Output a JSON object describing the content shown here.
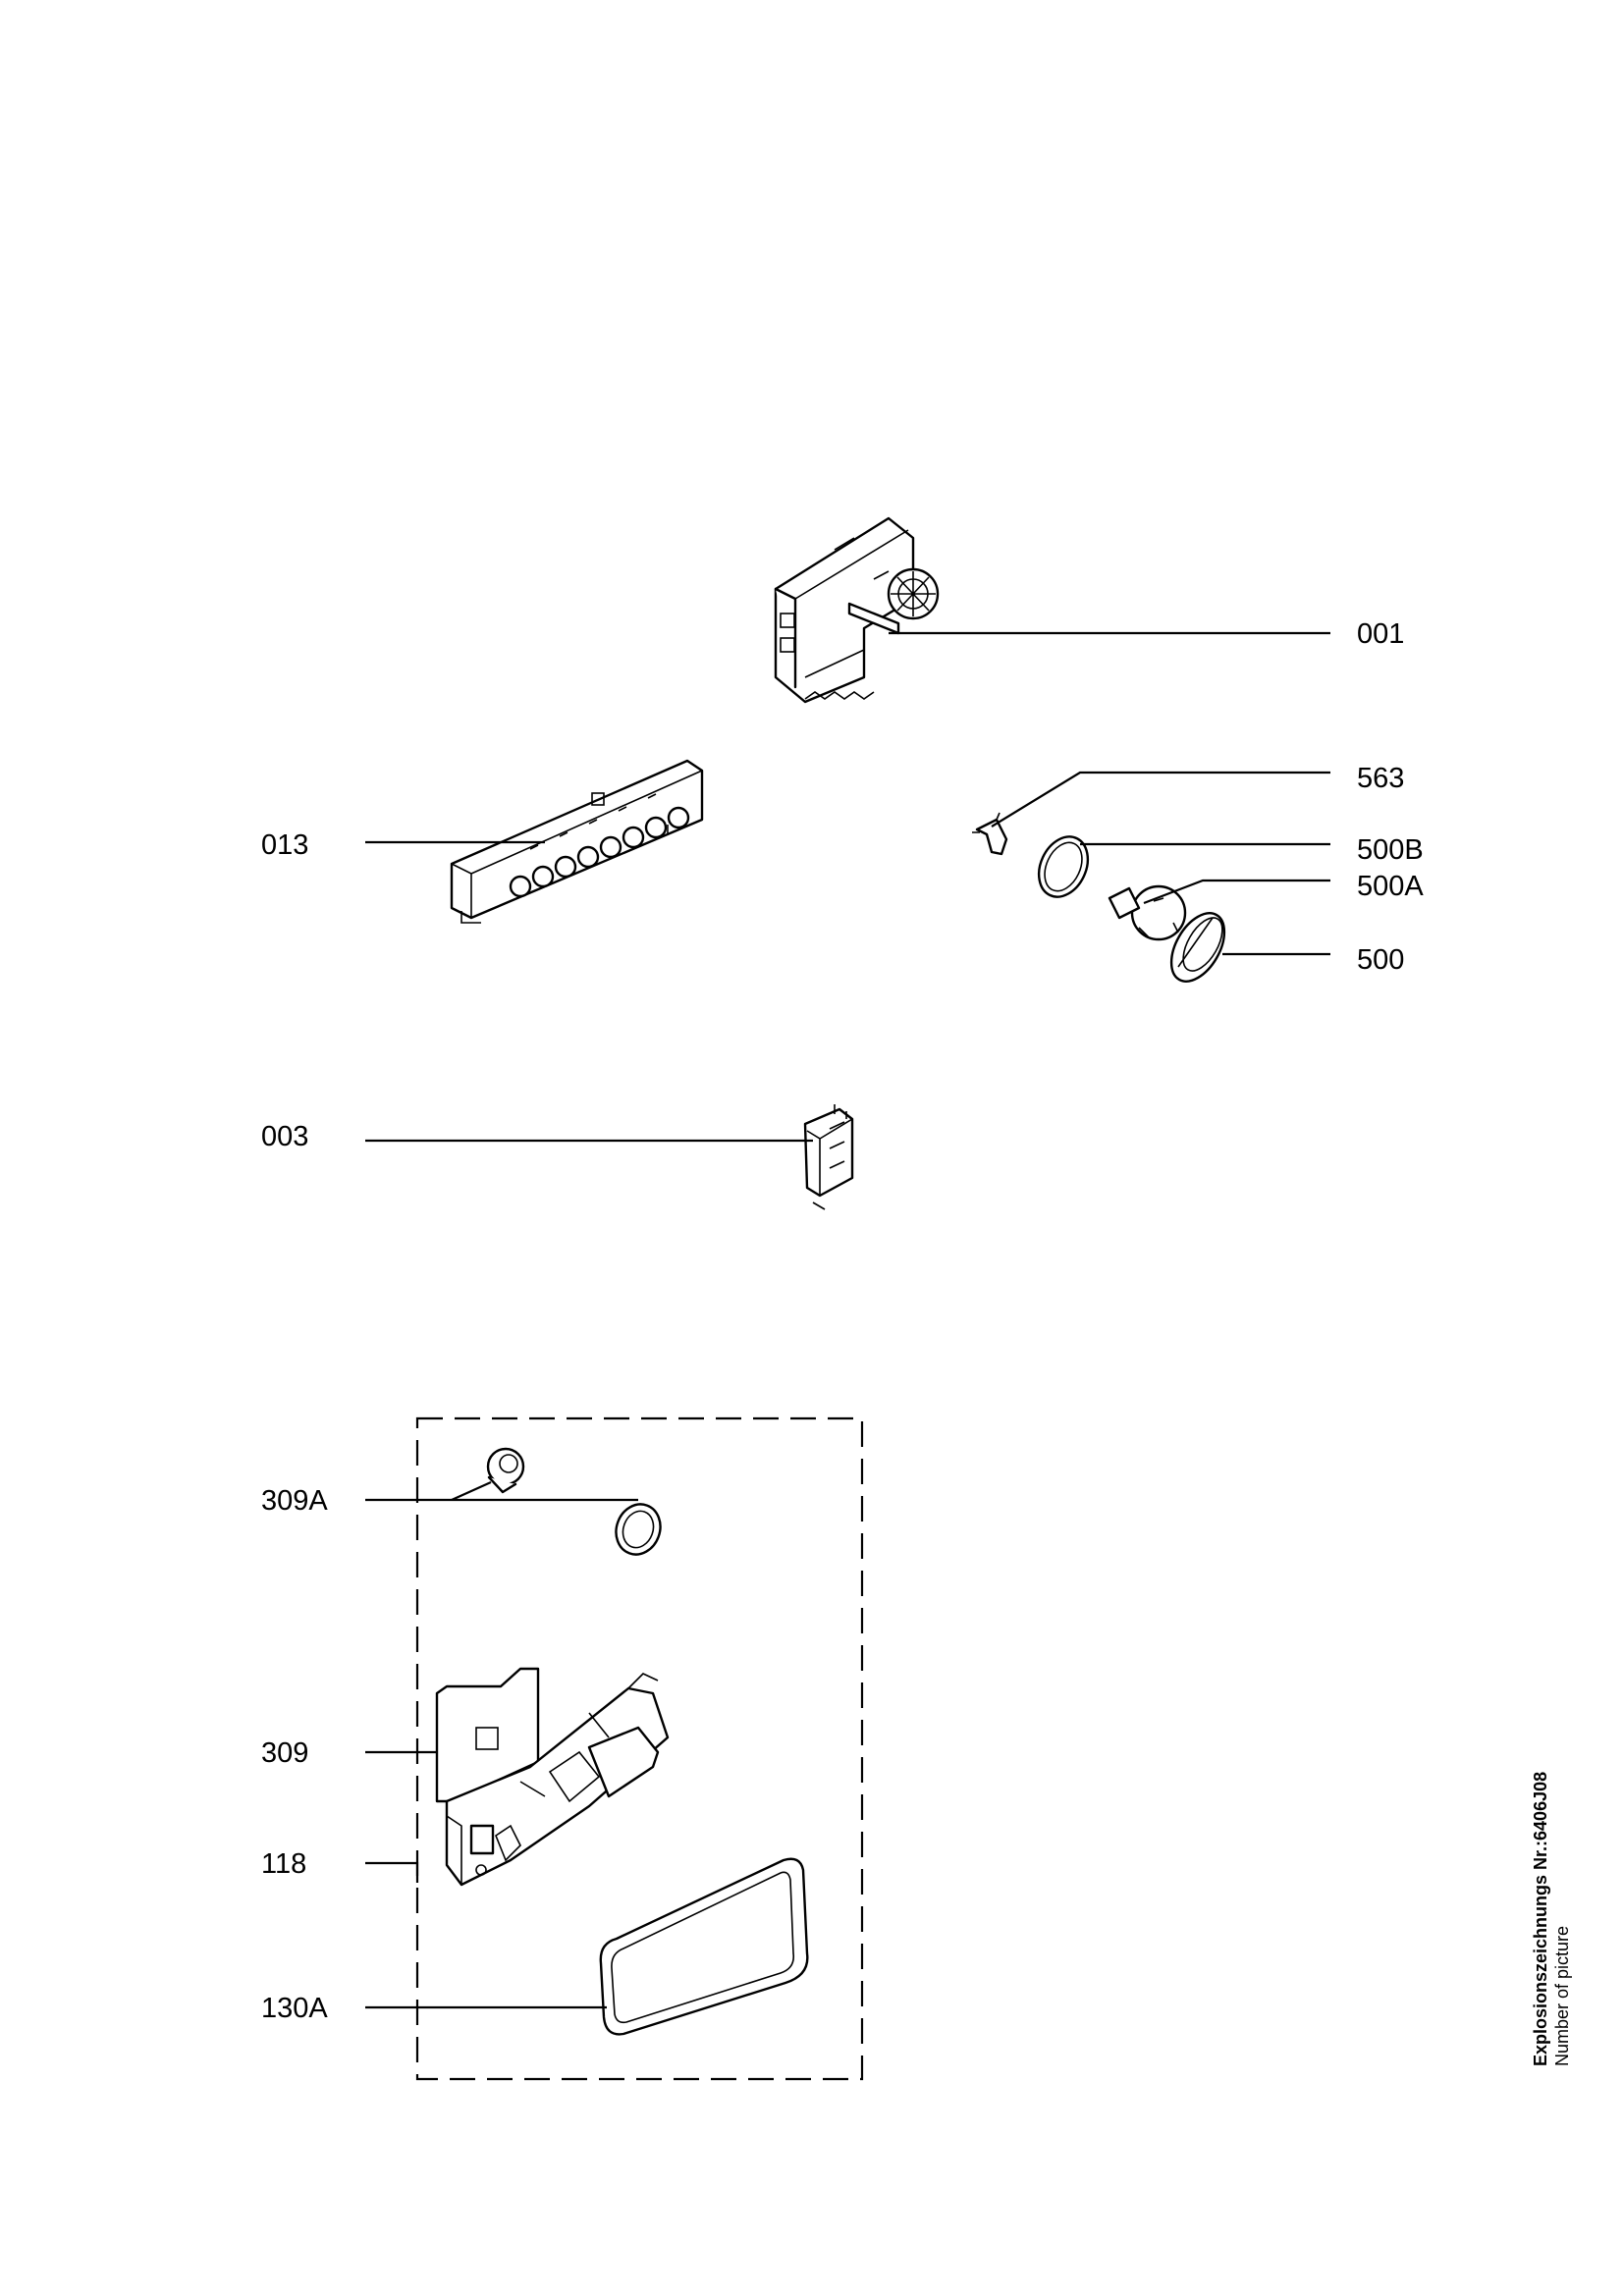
{
  "labels": {
    "p001": "001",
    "p563": "563",
    "p013": "013",
    "p500B": "500B",
    "p500A": "500A",
    "p500": "500",
    "p003": "003",
    "p309A": "309A",
    "p309": "309",
    "p118": "118",
    "p130A": "130A"
  },
  "caption": {
    "line1": "Explosionszeichnungs Nr.:6406J08",
    "line2": "Number of picture"
  }
}
